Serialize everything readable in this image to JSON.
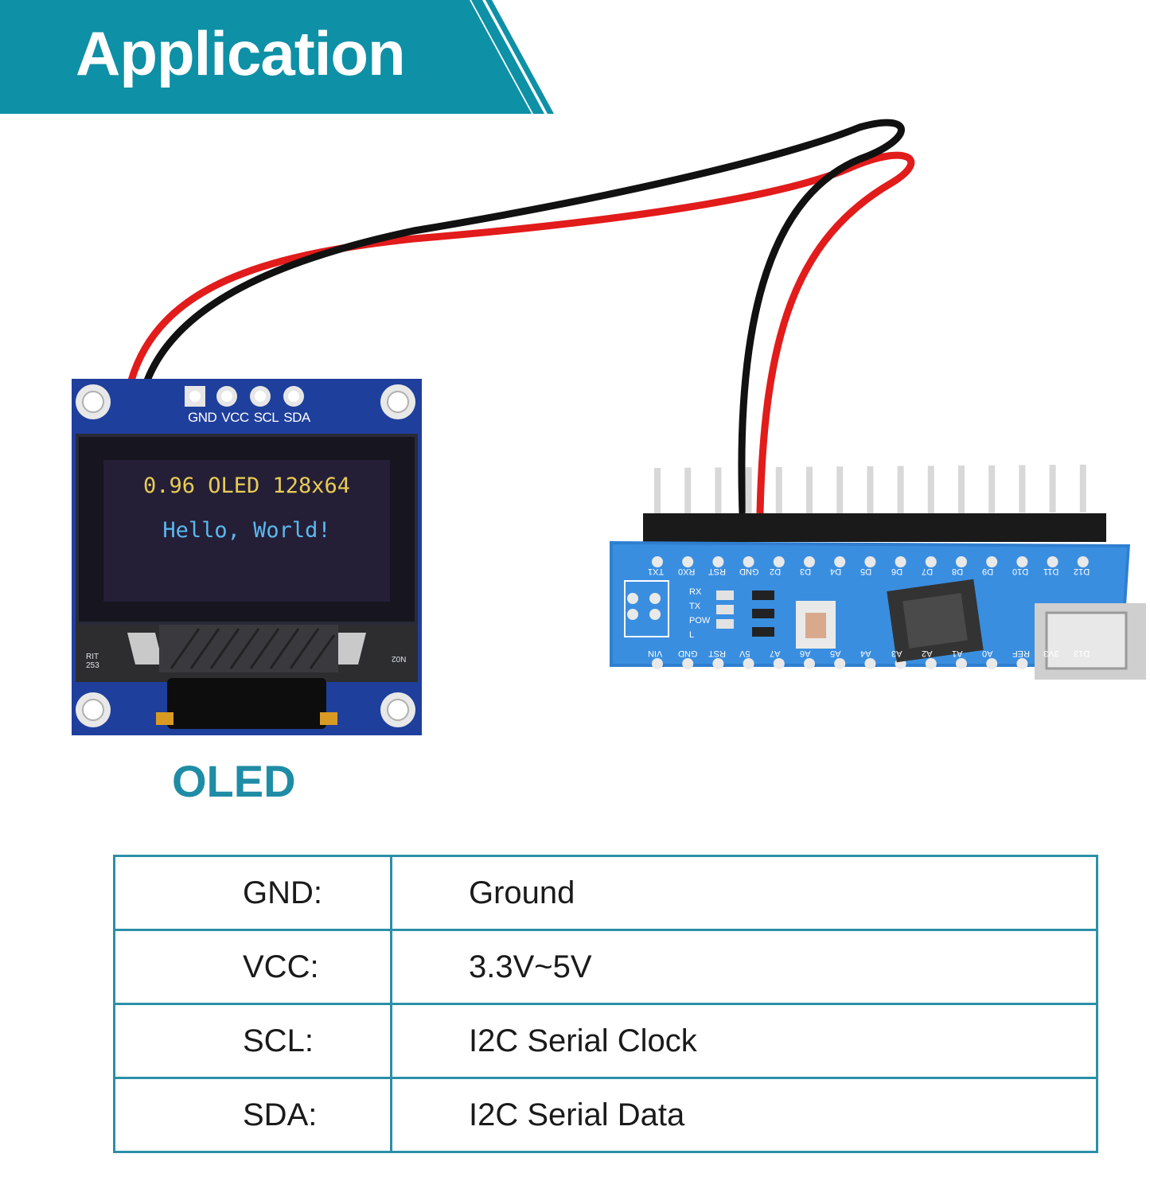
{
  "banner": {
    "title": "Application",
    "color": "#0e90a6"
  },
  "oled": {
    "screen_line1": "0.96 OLED 128x64",
    "screen_line2": "Hello, World!",
    "pin_labels": [
      "GND",
      "VCC",
      "SCL",
      "SDA"
    ],
    "silk_left": [
      "RIT",
      "253"
    ],
    "silk_right": "N02",
    "caption": "OLED"
  },
  "nano": {
    "top_labels": [
      "TX1",
      "RX0",
      "RST",
      "GND",
      "D2",
      "D3",
      "D4",
      "D5",
      "D6",
      "D7",
      "D8",
      "D9",
      "D10",
      "D11",
      "D12"
    ],
    "bottom_labels": [
      "VIN",
      "GND",
      "RST",
      "5V",
      "A7",
      "A6",
      "A5",
      "A4",
      "A3",
      "A2",
      "A1",
      "A0",
      "REF",
      "3V3",
      "D13"
    ],
    "led_labels": [
      "RX",
      "TX",
      "POW",
      "L"
    ]
  },
  "pin_table": {
    "border_color": "#2b8fa8",
    "rows": [
      {
        "pin": "GND:",
        "desc": "Ground"
      },
      {
        "pin": "VCC:",
        "desc": "3.3V~5V"
      },
      {
        "pin": "SCL:",
        "desc": "I2C Serial Clock"
      },
      {
        "pin": "SDA:",
        "desc": "I2C Serial Data"
      }
    ]
  }
}
